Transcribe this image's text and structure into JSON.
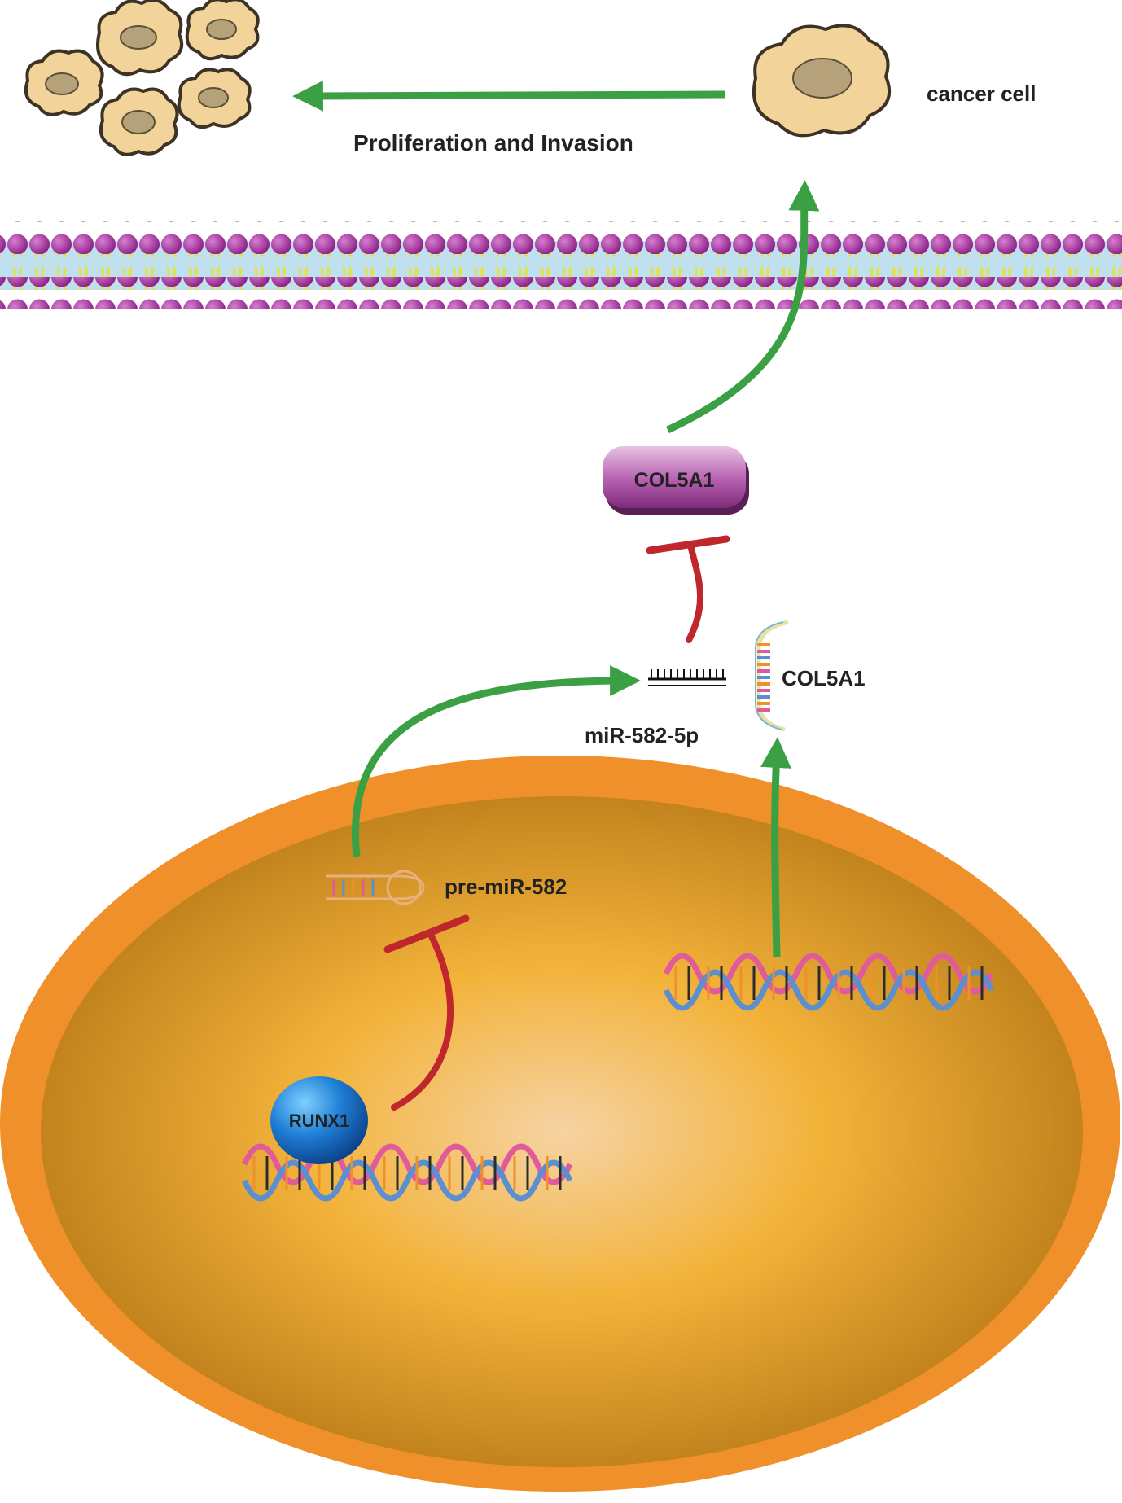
{
  "labels": {
    "cancer_cell": "cancer cell",
    "proliferation": "Proliferation and Invasion",
    "col5a1_protein": "COL5A1",
    "col5a1_mrna": "COL5A1",
    "mirna": "miR-582-5p",
    "pre_mirna": "pre-miR-582",
    "runx1": "RUNX1"
  },
  "colors": {
    "activation_arrow": "#3aa043",
    "inhibition_line": "#c0272d",
    "membrane_head": "#9b2d96",
    "membrane_tail": "#e6e23a",
    "membrane_fill": "#bfe0ec",
    "nucleus_outer": "#f0902b",
    "nucleus_inner": "#f5bf3c",
    "cell_body": "#f2d49a",
    "cell_nucleus": "#b5a27a",
    "col5a1_box": "#a74fa1",
    "runx1_sphere": "#1f6fbf",
    "dna_strand_a": "#e05b9c",
    "dna_strand_b": "#5b8fcf"
  },
  "icons": [
    "cancer-cell-icon",
    "cell-membrane-icon",
    "nucleus-icon",
    "dna-helix-icon",
    "runx1-protein-icon",
    "hairpin-rna-icon",
    "mirna-duplex-icon",
    "mrna-strand-icon"
  ]
}
